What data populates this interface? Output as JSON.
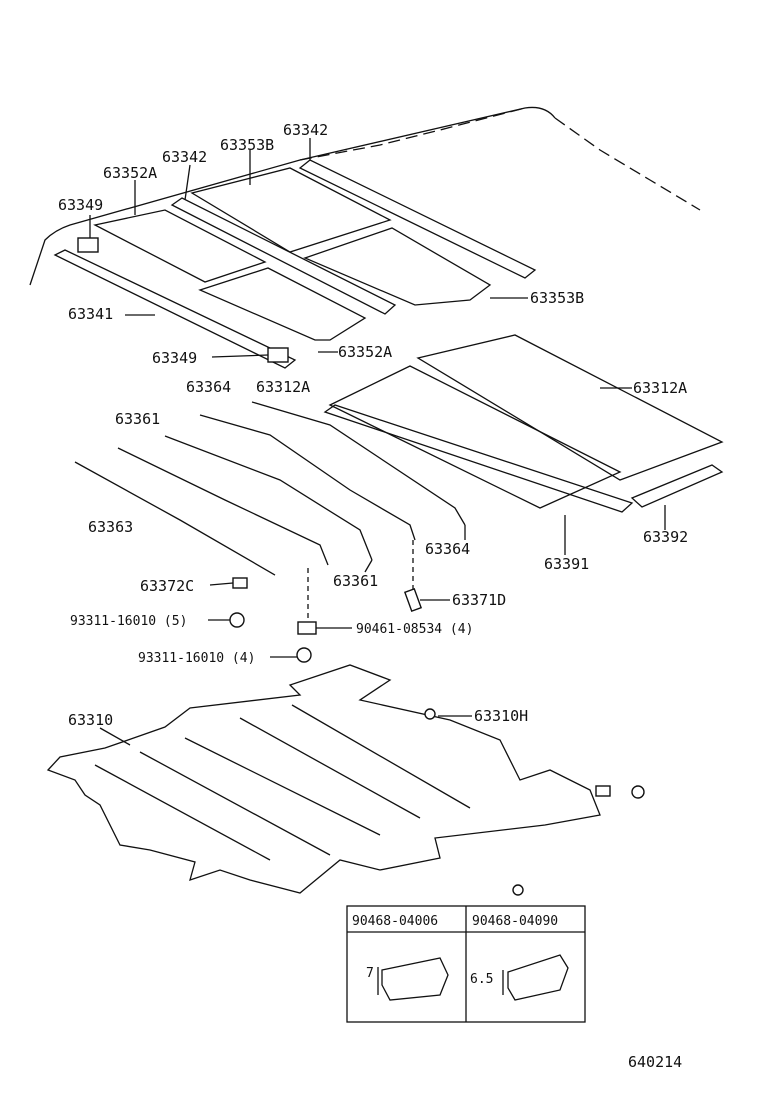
{
  "diagram_id": "640214",
  "callouts": {
    "p63342a": "63342",
    "p63342b": "63342",
    "p63353b_top": "63353B",
    "p63352a_top": "63352A",
    "p63349_top": "63349",
    "p63341": "63341",
    "p63353b_right": "63353B",
    "p63349_mid": "63349",
    "p63352a_mid": "63352A",
    "p63364_left": "63364",
    "p63312a_left": "63312A",
    "p63312a_right": "63312A",
    "p63361_left": "63361",
    "p63363": "63363",
    "p63364_right": "63364",
    "p63361_right": "63361",
    "p63391": "63391",
    "p63392": "63392",
    "p63372c": "63372C",
    "p63371d": "63371D",
    "p93311_5": "93311-16010 (5)",
    "p90461": "90461-08534 (4)",
    "p93311_4": "93311-16010 (4)",
    "p63310": "63310",
    "p63310h": "63310H"
  },
  "table": {
    "col1": "90468-04006",
    "col2": "90468-04090",
    "dim1": "7",
    "dim2": "6.5"
  }
}
